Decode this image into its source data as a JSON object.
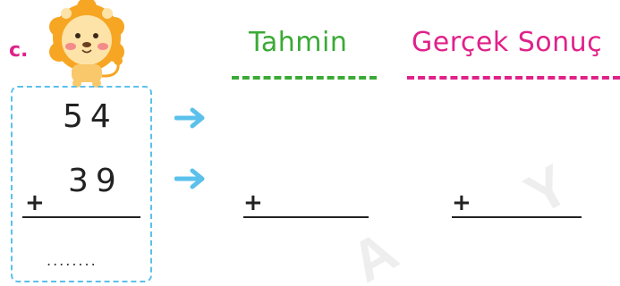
{
  "exercise": {
    "label": "c."
  },
  "headers": {
    "estimate": "Tahmin",
    "actual": "Gerçek Sonuç"
  },
  "problem": {
    "top_number": "54",
    "bottom_number": "39",
    "operator": "+",
    "answer_placeholder": "........"
  },
  "estimate_row": {
    "operator": "+"
  },
  "actual_row": {
    "operator": "+"
  },
  "watermark": [
    "Y",
    "A"
  ],
  "colors": {
    "green": "#3aaa35",
    "pink": "#e0218a",
    "blue": "#5bc0eb",
    "ink": "#222222"
  },
  "icons": [
    "lion-icon",
    "arrow-right-icon"
  ]
}
